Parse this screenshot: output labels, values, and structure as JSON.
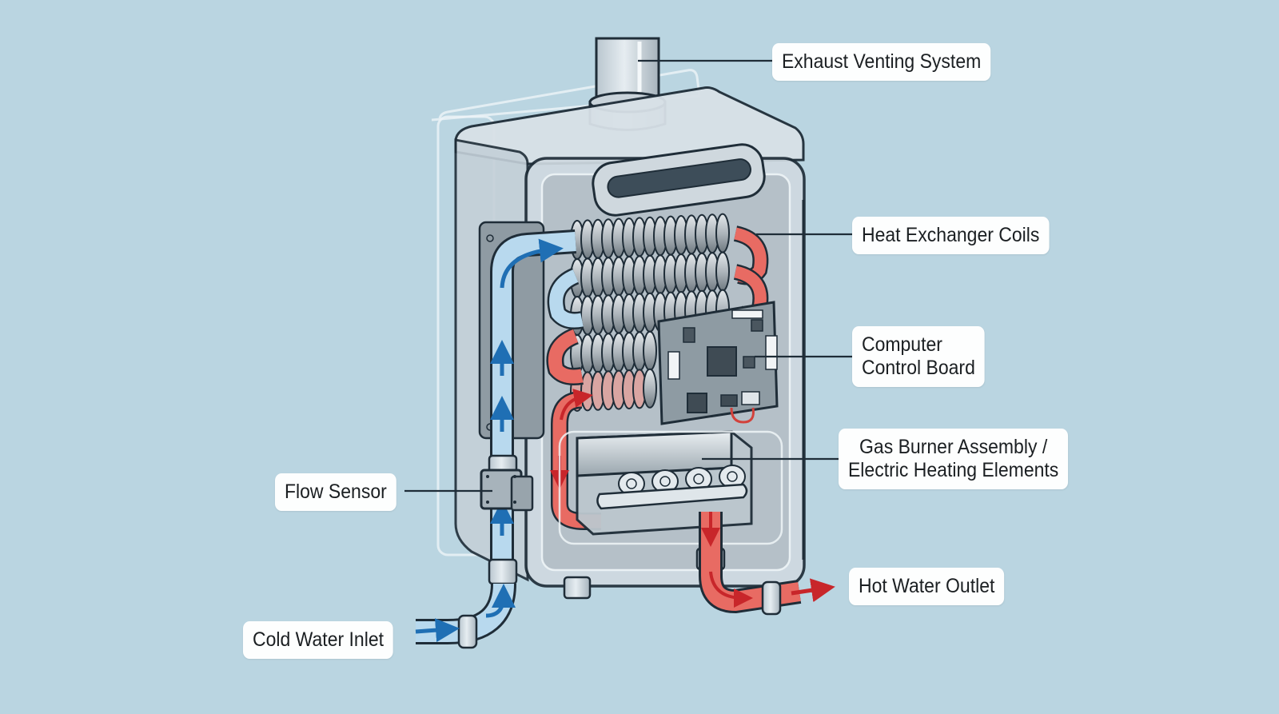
{
  "diagram": {
    "subject": "Tankless water heater cutaway",
    "colors": {
      "background": "#bad5e1",
      "cold_water": "#2f7fc1",
      "hot_water": "#e4544f",
      "casing": "#cfd9e0",
      "outline": "#1f2d38",
      "label_bg": "#fdfefe"
    },
    "labels": {
      "exhaust": "Exhaust Venting System",
      "heat_exchanger": "Heat Exchanger Coils",
      "control_board_line1": "Computer",
      "control_board_line2": "Control Board",
      "burner_line1": "Gas Burner Assembly /",
      "burner_line2": "Electric Heating Elements",
      "flow_sensor": "Flow Sensor",
      "hot_outlet": "Hot Water Outlet",
      "cold_inlet": "Cold Water Inlet"
    }
  }
}
